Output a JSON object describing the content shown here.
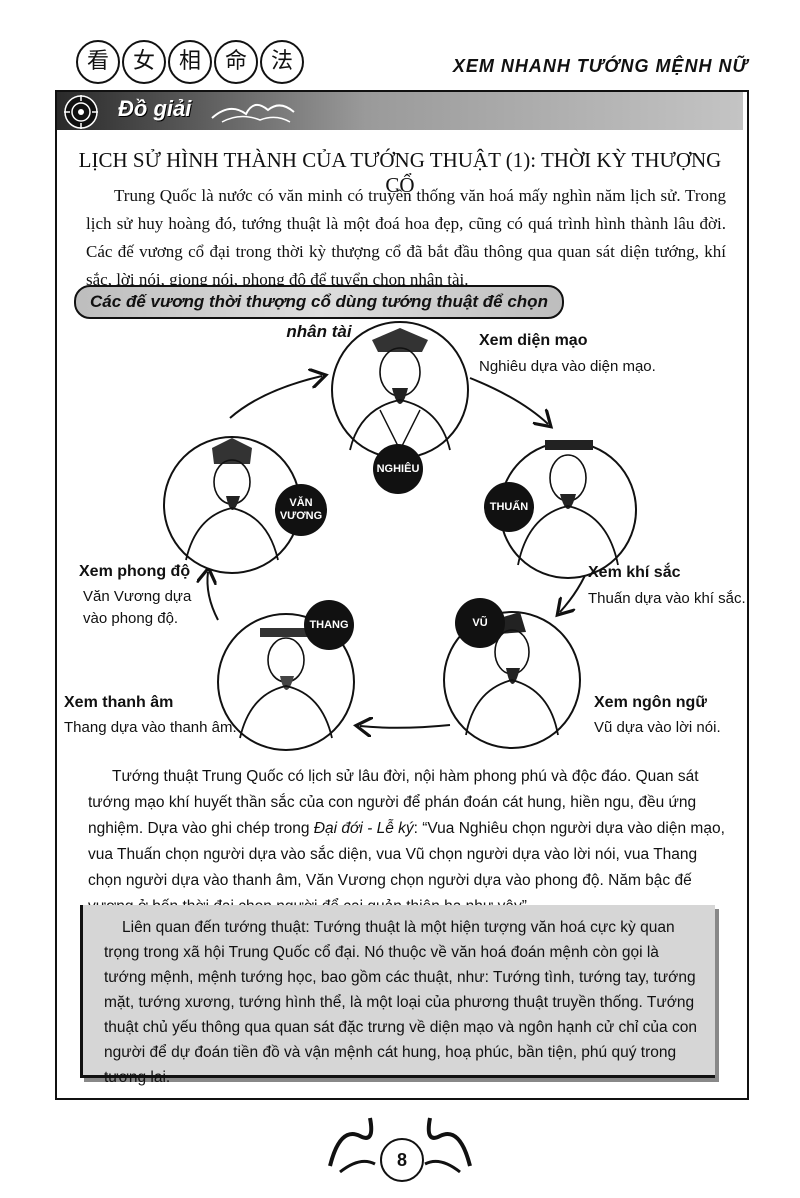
{
  "header": {
    "chars": [
      "看",
      "女",
      "相",
      "命",
      "法"
    ],
    "series_title": "XEM NHANH TƯỚNG MỆNH NỮ"
  },
  "section": {
    "label": "Đồ giải"
  },
  "title": "LỊCH SỬ HÌNH THÀNH CỦA TƯỚNG THUẬT (1): THỜI KỲ THƯỢNG CỔ",
  "intro": "Trung Quốc là nước có văn minh có truyền thống văn hoá mấy nghìn năm lịch sử. Trong lịch sử huy hoàng đó, tướng thuật là một đoá hoa đẹp, cũng có quá trình hình thành lâu đời. Các đế vương cổ đại trong thời kỳ thượng cổ đã bắt đầu thông qua quan sát diện tướng, khí sắc, lời nói, giọng nói, phong độ để tuyển chọn nhân tài.",
  "diagram": {
    "banner": "Các đế vương thời thượng cổ dùng tướng thuật để chọn nhân tài",
    "kings": [
      {
        "badge": "NGHIÊU",
        "heading": "Xem diện mạo",
        "desc": "Nghiêu dựa vào diện mạo."
      },
      {
        "badge": "THUẤN",
        "heading": "Xem khí sắc",
        "desc": "Thuấn dựa vào khí sắc."
      },
      {
        "badge": "VŨ",
        "heading": "Xem ngôn ngữ",
        "desc": "Vũ dựa vào lời nói."
      },
      {
        "badge": "THANG",
        "heading": "Xem thanh âm",
        "desc": "Thang dựa vào thanh âm."
      },
      {
        "badge": "VĂN VƯƠNG",
        "heading": "Xem phong độ",
        "desc_line1": "Văn Vương dựa",
        "desc_line2": "vào phong độ."
      }
    ]
  },
  "body2": {
    "part1": "Tướng thuật Trung Quốc có lịch sử lâu đời, nội hàm phong phú và độc đáo. Quan sát tướng mạo khí huyết thần sắc của con người để phán đoán cát hung, hiền ngu, đều ứng nghiệm. Dựa vào ghi chép trong ",
    "source": "Đại đới - Lễ ký",
    "part2": ": “Vua Nghiêu chọn người dựa vào diện mạo, vua Thuấn chọn người dựa vào sắc diện, vua Vũ chọn người dựa vào lời nói, vua Thang chọn người dựa vào thanh âm, Văn Vương chọn người dựa vào phong độ. Năm bậc đế vương ở bốn thời đại chọn người để cai quản thiên hạ như vậy”."
  },
  "note": "Liên quan đến tướng thuật: Tướng thuật là một hiện tượng văn hoá cực kỳ quan trọng trong xã hội Trung Quốc cổ đại. Nó thuộc về văn hoá đoán mệnh còn gọi là tướng mệnh, mệnh tướng học, bao gồm các thuật, như: Tướng tình, tướng tay, tướng mặt, tướng xương, tướng hình thể, là một loại của phương thuật truyền thống. Tướng thuật chủ yếu thông qua quan sát đặc trưng về diện mạo và ngôn hạnh cử chỉ của con người để dự đoán tiền đồ và vận mệnh cát hung, hoạ phúc, bần tiện, phú quý trong tương lai.",
  "footer": {
    "page_number": "8"
  }
}
